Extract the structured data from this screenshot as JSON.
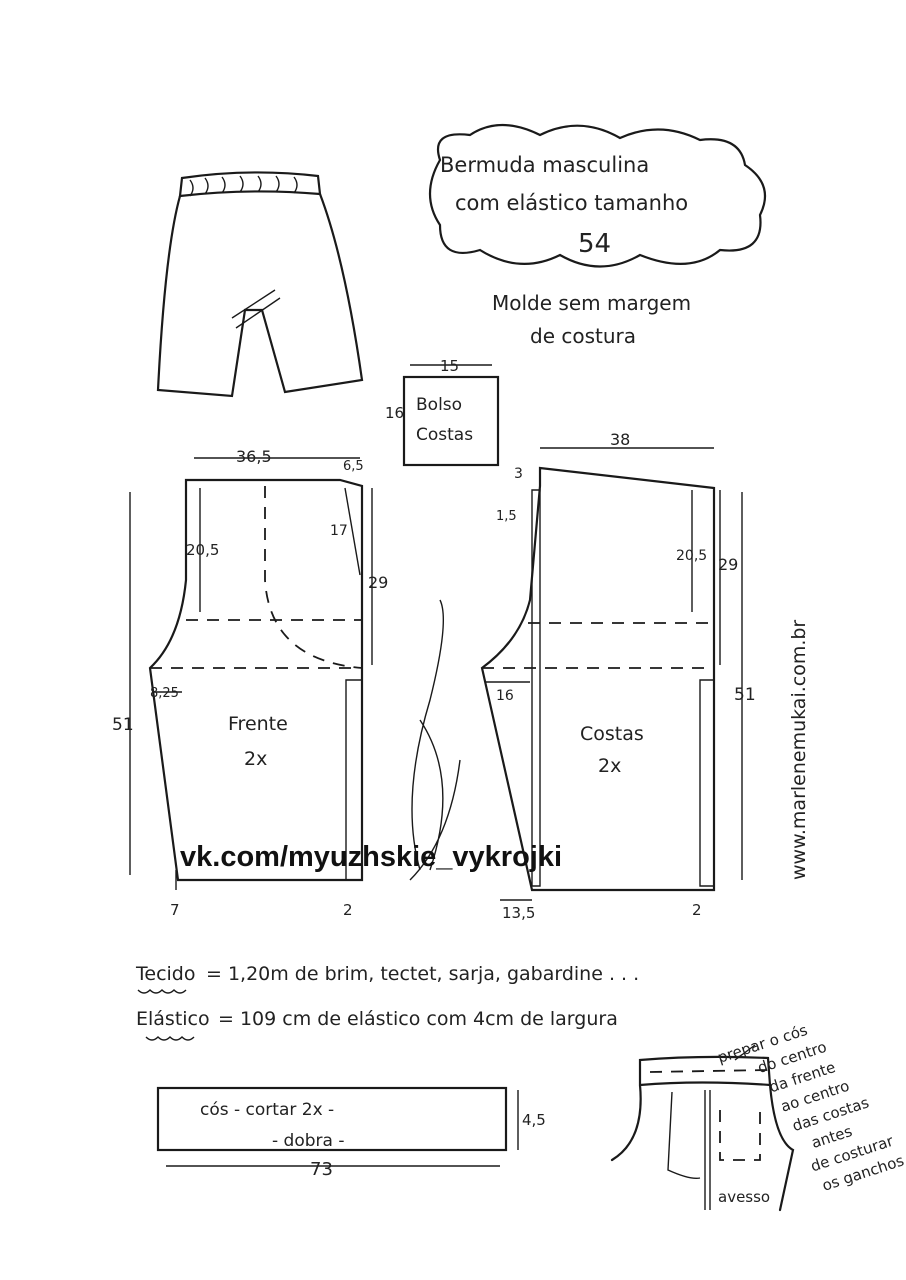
{
  "title": {
    "line1": "Bermuda masculina",
    "line2": "com elástico tamanho",
    "size": "54"
  },
  "subtitle": {
    "line1": "Molde sem margem",
    "line2": "de costura"
  },
  "pocket": {
    "width": "15",
    "height": "16",
    "label1": "Bolso",
    "label2": "Costas"
  },
  "front": {
    "width_top": "36,5",
    "rise_offset": "6,5",
    "waist_diag": "17",
    "hip_depth": "20,5",
    "rise": "29",
    "length": "51",
    "crotch_ext": "8,25",
    "label": "Frente",
    "qty": "2x",
    "hem_left": "7",
    "hem_right": "2"
  },
  "back": {
    "width_top": "38",
    "rise_up": "3",
    "waist_in": "1,5",
    "hip_depth": "20,5",
    "rise": "29",
    "length": "51",
    "crotch_ext": "16",
    "label": "Costas",
    "qty": "2x",
    "hem_left": "13,5",
    "hem_right": "2"
  },
  "watermark": "vk.com/myuzhskie_vykrojki",
  "website": "www.marlenemukai.com.br",
  "notes": {
    "fabric_label": "Tecido",
    "fabric_text": "= 1,20m de brim, tectet, sarja, gabardine . . .",
    "elastic_label": "Elástico",
    "elastic_text": "= 109 cm de elástico com 4cm de largura"
  },
  "waistband": {
    "label": "cós - cortar 2x -",
    "fold": "- dobra -",
    "height": "4,5",
    "length": "73"
  },
  "detail": {
    "instruction": [
      "prepar o cós",
      "do centro",
      "da frente",
      "ao centro",
      "das costas",
      "antes",
      "de costurar",
      "os ganchos"
    ],
    "inside_label": "avesso"
  },
  "colors": {
    "ink": "#1a1a1a",
    "paper": "#ffffff"
  }
}
